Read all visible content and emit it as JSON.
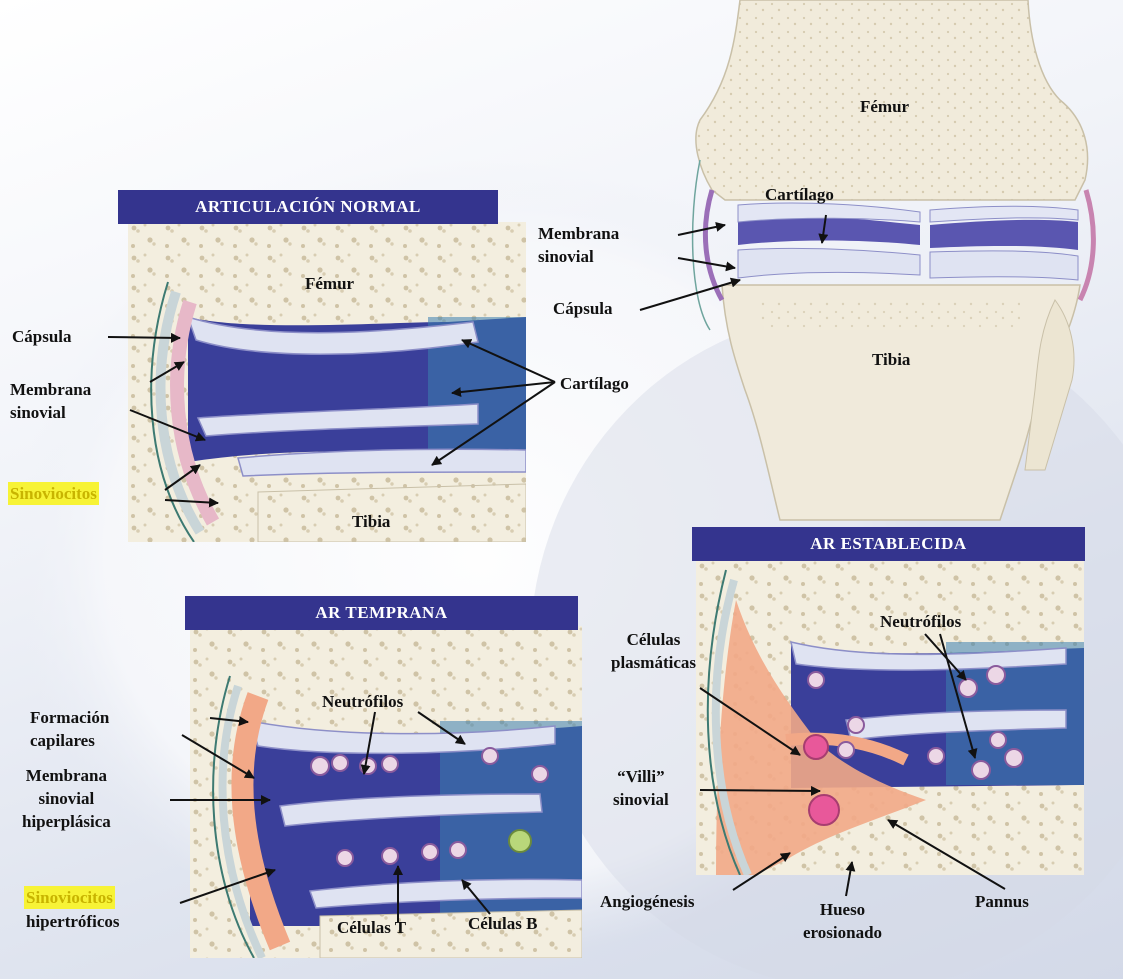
{
  "panels": {
    "overview": {
      "labels": {
        "femur": "Fémur",
        "cartilage": "Cartílago",
        "membrane": "Membrana\nsinovial",
        "capsule": "Cápsula",
        "tibia": "Tibia"
      }
    },
    "normal": {
      "title": "ARTICULACIÓN  NORMAL",
      "labels": {
        "femur": "Fémur",
        "tibia": "Tibia",
        "capsule": "Cápsula",
        "membrane": "Membrana\nsinovial",
        "cartilage": "Cartílago",
        "synoviocytes": "Sinoviocitos"
      }
    },
    "early": {
      "title": "AR TEMPRANA",
      "labels": {
        "capillary": "Formación\ncapilares",
        "membrane": "Membrana\nsinovial\nhiperplásica",
        "synoviocytes_hl": "Sinoviocitos",
        "synoviocytes_rest": "hipertróficos",
        "neutrophils": "Neutrófilos",
        "t_cells": "Células T",
        "b_cells": "Células B"
      }
    },
    "established": {
      "title": "AR ESTABLECIDA",
      "labels": {
        "plasma": "Células\nplasmáticas",
        "neutrophils": "Neutrófilos",
        "villi": "“Villi”\nsinovial",
        "angiogenesis": "Angiogénesis",
        "bone": "Hueso\nerosionado",
        "pannus": "Pannus"
      }
    }
  },
  "colors": {
    "header": "#34348e",
    "bone": "#f3eedf",
    "synovial_fluid": "#3a3f9a",
    "cartilage": "#dfe3f2",
    "capsule": "#e7b8c8",
    "inflamed": "#f2a887",
    "highlight": "#f7f336"
  }
}
